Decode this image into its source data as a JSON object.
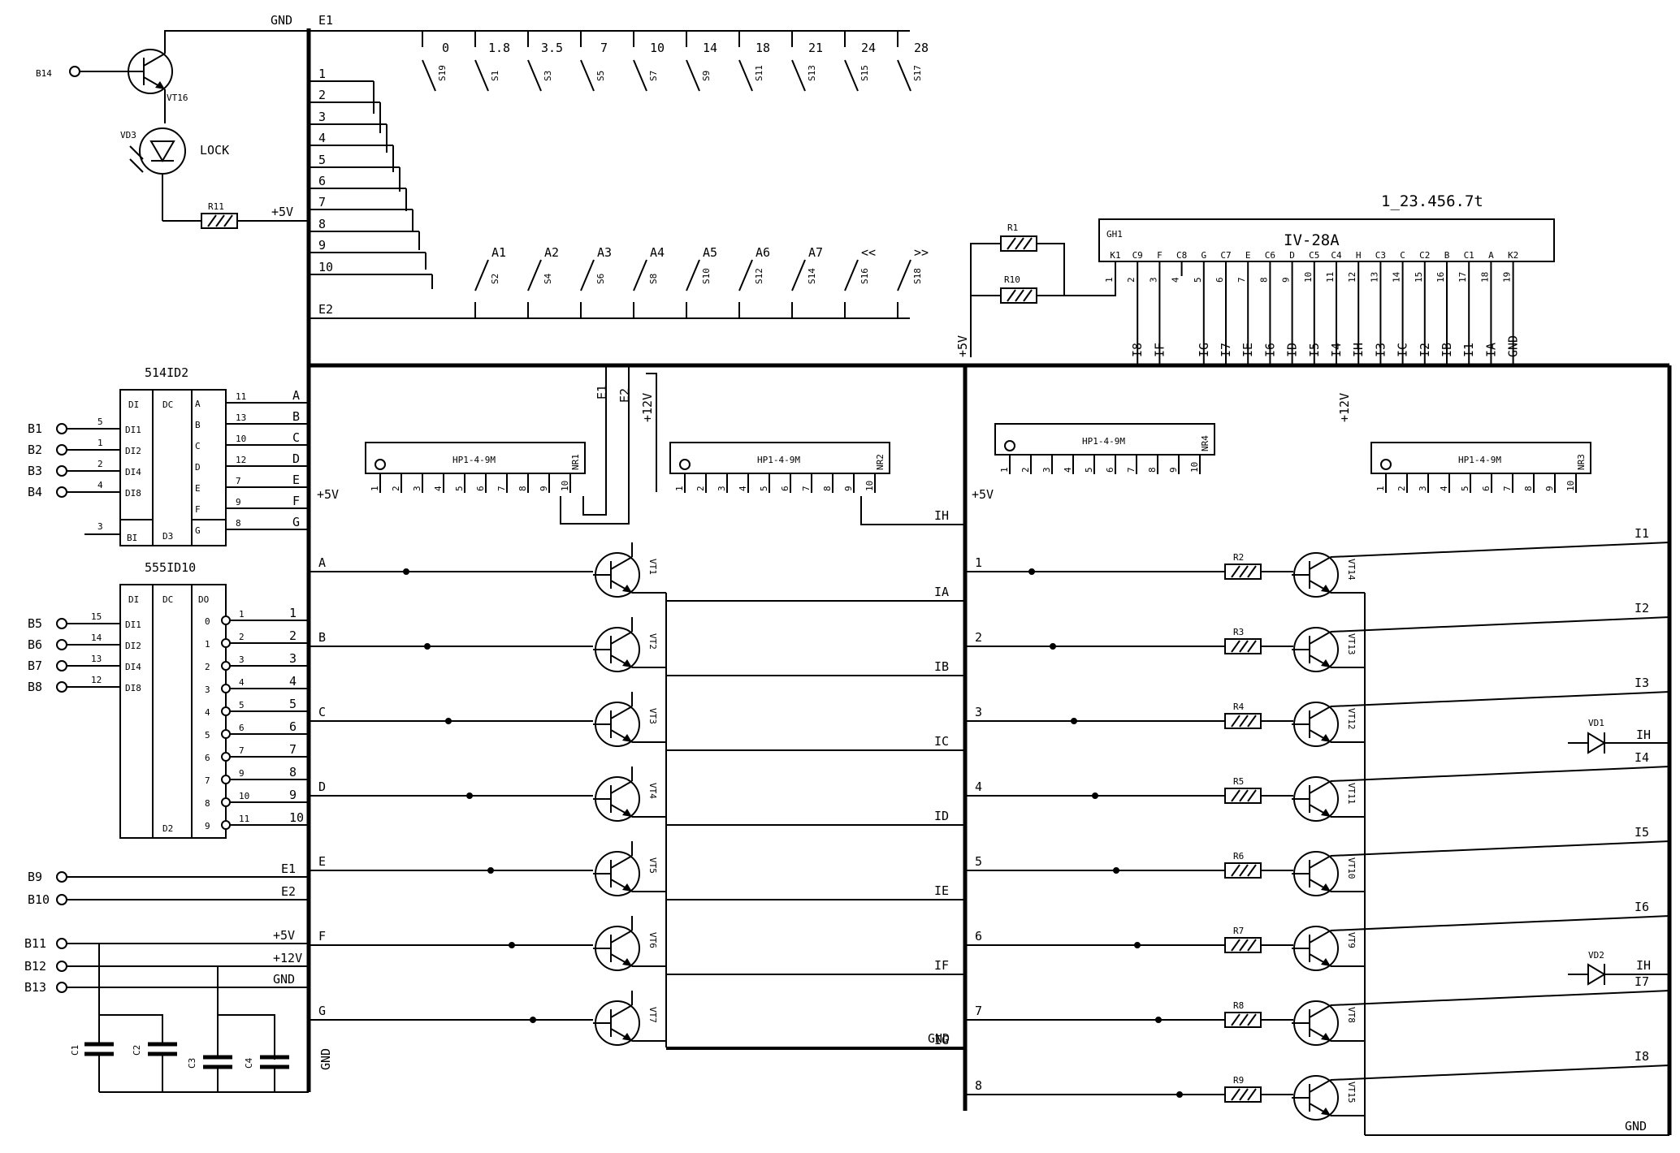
{
  "ic_514": {
    "title": "514ID2",
    "header": [
      "DI",
      "DC"
    ],
    "inputs": [
      {
        "bus": "B1",
        "pin": "5",
        "label": "DI1"
      },
      {
        "bus": "B2",
        "pin": "1",
        "label": "DI2"
      },
      {
        "bus": "B3",
        "pin": "2",
        "label": "DI4"
      },
      {
        "bus": "B4",
        "pin": "4",
        "label": "DI8"
      }
    ],
    "bi_pin": "3",
    "bi_label": "BI",
    "d_labels": [
      "D3",
      "D2"
    ],
    "outputs": [
      {
        "seg": "A",
        "pin": "11"
      },
      {
        "seg": "B",
        "pin": "13"
      },
      {
        "seg": "C",
        "pin": "10"
      },
      {
        "seg": "D",
        "pin": "12"
      },
      {
        "seg": "E",
        "pin": "7"
      },
      {
        "seg": "F",
        "pin": "9"
      },
      {
        "seg": "G",
        "pin": "8"
      }
    ]
  },
  "ic_555": {
    "title": "555ID10",
    "header": [
      "DI",
      "DC",
      "DO"
    ],
    "inputs": [
      {
        "bus": "B5",
        "pin": "15",
        "label": "DI1"
      },
      {
        "bus": "B6",
        "pin": "14",
        "label": "DI2"
      },
      {
        "bus": "B7",
        "pin": "13",
        "label": "DI4"
      },
      {
        "bus": "B8",
        "pin": "12",
        "label": "DI8"
      }
    ],
    "outputs": [
      {
        "idx": "0",
        "pin": "1",
        "line": "1"
      },
      {
        "idx": "1",
        "pin": "2",
        "line": "2"
      },
      {
        "idx": "2",
        "pin": "3",
        "line": "3"
      },
      {
        "idx": "3",
        "pin": "4",
        "line": "4"
      },
      {
        "idx": "4",
        "pin": "5",
        "line": "5"
      },
      {
        "idx": "5",
        "pin": "6",
        "line": "6"
      },
      {
        "idx": "6",
        "pin": "7",
        "line": "7"
      },
      {
        "idx": "7",
        "pin": "9",
        "line": "8"
      },
      {
        "idx": "8",
        "pin": "10",
        "line": "9"
      },
      {
        "idx": "9",
        "pin": "11",
        "line": "10"
      }
    ]
  },
  "top_left": {
    "b14": "B14",
    "vt16": "VT16",
    "vd3": "VD3",
    "lock": "LOCK",
    "r11": "R11",
    "plus5": "+5V",
    "gnd": "GND",
    "e1": "E1",
    "e2": "E2"
  },
  "left_bus_numbers": [
    "1",
    "2",
    "3",
    "4",
    "5",
    "6",
    "7",
    "8",
    "9",
    "10"
  ],
  "switch_top": [
    {
      "val": "0",
      "sw": "S19"
    },
    {
      "val": "1.8",
      "sw": "S1"
    },
    {
      "val": "3.5",
      "sw": "S3"
    },
    {
      "val": "7",
      "sw": "S5"
    },
    {
      "val": "10",
      "sw": "S7"
    },
    {
      "val": "14",
      "sw": "S9"
    },
    {
      "val": "18",
      "sw": "S11"
    },
    {
      "val": "21",
      "sw": "S13"
    },
    {
      "val": "24",
      "sw": "S15"
    },
    {
      "val": "28",
      "sw": "S17"
    }
  ],
  "switch_bottom": [
    {
      "val": "A1",
      "sw": "S2"
    },
    {
      "val": "A2",
      "sw": "S4"
    },
    {
      "val": "A3",
      "sw": "S6"
    },
    {
      "val": "A4",
      "sw": "S8"
    },
    {
      "val": "A5",
      "sw": "S10"
    },
    {
      "val": "A6",
      "sw": "S12"
    },
    {
      "val": "A7",
      "sw": "S14"
    },
    {
      "val": "<<",
      "sw": "S16"
    },
    {
      "val": ">>",
      "sw": "S18"
    }
  ],
  "display": {
    "caption": "1_23.456.7t",
    "ref": "GH1",
    "name": "IV-28A",
    "pins": [
      {
        "n": "1",
        "code": "K1",
        "sig": ""
      },
      {
        "n": "2",
        "code": "C9",
        "sig": "I8"
      },
      {
        "n": "3",
        "code": "F",
        "sig": "IF"
      },
      {
        "n": "4",
        "code": "C8",
        "sig": ""
      },
      {
        "n": "5",
        "code": "G",
        "sig": "IG"
      },
      {
        "n": "6",
        "code": "C7",
        "sig": "I7"
      },
      {
        "n": "7",
        "code": "E",
        "sig": "IE"
      },
      {
        "n": "8",
        "code": "C6",
        "sig": "I6"
      },
      {
        "n": "9",
        "code": "D",
        "sig": "ID"
      },
      {
        "n": "10",
        "code": "C5",
        "sig": "I5"
      },
      {
        "n": "11",
        "code": "C4",
        "sig": "I4"
      },
      {
        "n": "12",
        "code": "H",
        "sig": "IH"
      },
      {
        "n": "13",
        "code": "C3",
        "sig": "I3"
      },
      {
        "n": "14",
        "code": "C",
        "sig": "IC"
      },
      {
        "n": "15",
        "code": "C2",
        "sig": "I2"
      },
      {
        "n": "16",
        "code": "B",
        "sig": "IB"
      },
      {
        "n": "17",
        "code": "C1",
        "sig": "I1"
      },
      {
        "n": "18",
        "code": "A",
        "sig": "IA"
      },
      {
        "n": "19",
        "code": "K2",
        "sig": "GND"
      }
    ],
    "r1": "R1",
    "r10": "R10",
    "plus5": "+5V"
  },
  "arrays": [
    {
      "name": "HP1-4-9M",
      "ref": "NR1",
      "pins": [
        "1",
        "2",
        "3",
        "4",
        "5",
        "6",
        "7",
        "8",
        "9",
        "10"
      ]
    },
    {
      "name": "HP1-4-9M",
      "ref": "NR2",
      "pins": [
        "1",
        "2",
        "3",
        "4",
        "5",
        "6",
        "7",
        "8",
        "9",
        "10"
      ]
    },
    {
      "name": "HP1-4-9M",
      "ref": "NR4",
      "pins": [
        "1",
        "2",
        "3",
        "4",
        "5",
        "6",
        "7",
        "8",
        "9",
        "10"
      ]
    },
    {
      "name": "HP1-4-9M",
      "ref": "NR3",
      "pins": [
        "1",
        "2",
        "3",
        "4",
        "5",
        "6",
        "7",
        "8",
        "9",
        "10"
      ]
    }
  ],
  "bus_labels": {
    "e1": "E1",
    "e2": "E2",
    "p12": "+12V",
    "p5": "+5V",
    "p12r": "+12V",
    "p5r": "+5V"
  },
  "left_transistors": [
    {
      "ref": "VT1",
      "in": "A",
      "out": "IA"
    },
    {
      "ref": "VT2",
      "in": "B",
      "out": "IB"
    },
    {
      "ref": "VT3",
      "in": "C",
      "out": "IC"
    },
    {
      "ref": "VT4",
      "in": "D",
      "out": "ID"
    },
    {
      "ref": "VT5",
      "in": "E",
      "out": "IE"
    },
    {
      "ref": "VT6",
      "in": "F",
      "out": "IF"
    },
    {
      "ref": "VT7",
      "in": "G",
      "out": "IG"
    }
  ],
  "left_extra": {
    "ih": "IH",
    "gnd": "GND"
  },
  "right_transistors": [
    {
      "ref": "VT14",
      "res": "R2",
      "in": "1",
      "out": "I1"
    },
    {
      "ref": "VT13",
      "res": "R3",
      "in": "2",
      "out": "I2"
    },
    {
      "ref": "VT12",
      "res": "R4",
      "in": "3",
      "out": "I3"
    },
    {
      "ref": "VT11",
      "res": "R5",
      "in": "4",
      "out": "I4"
    },
    {
      "ref": "VT10",
      "res": "R6",
      "in": "5",
      "out": "I5"
    },
    {
      "ref": "VT9",
      "res": "R7",
      "in": "6",
      "out": "I6"
    },
    {
      "ref": "VT8",
      "res": "R8",
      "in": "7",
      "out": "I7"
    },
    {
      "ref": "VT15",
      "res": "R9",
      "in": "8",
      "out": "I8"
    }
  ],
  "right_extra": {
    "vd1": "VD1",
    "vd2": "VD2",
    "ih1": "IH",
    "ih2": "IH",
    "gnd": "GND"
  },
  "bottom_left": {
    "b9": "B9",
    "b10": "B10",
    "e1": "E1",
    "e2": "E2",
    "b11": "B11",
    "b12": "B12",
    "b13": "B13",
    "p5": "+5V",
    "p12": "+12V",
    "gnd": "GND",
    "gnd_v": "GND",
    "caps": [
      "C1",
      "C2",
      "C3",
      "C4"
    ]
  }
}
